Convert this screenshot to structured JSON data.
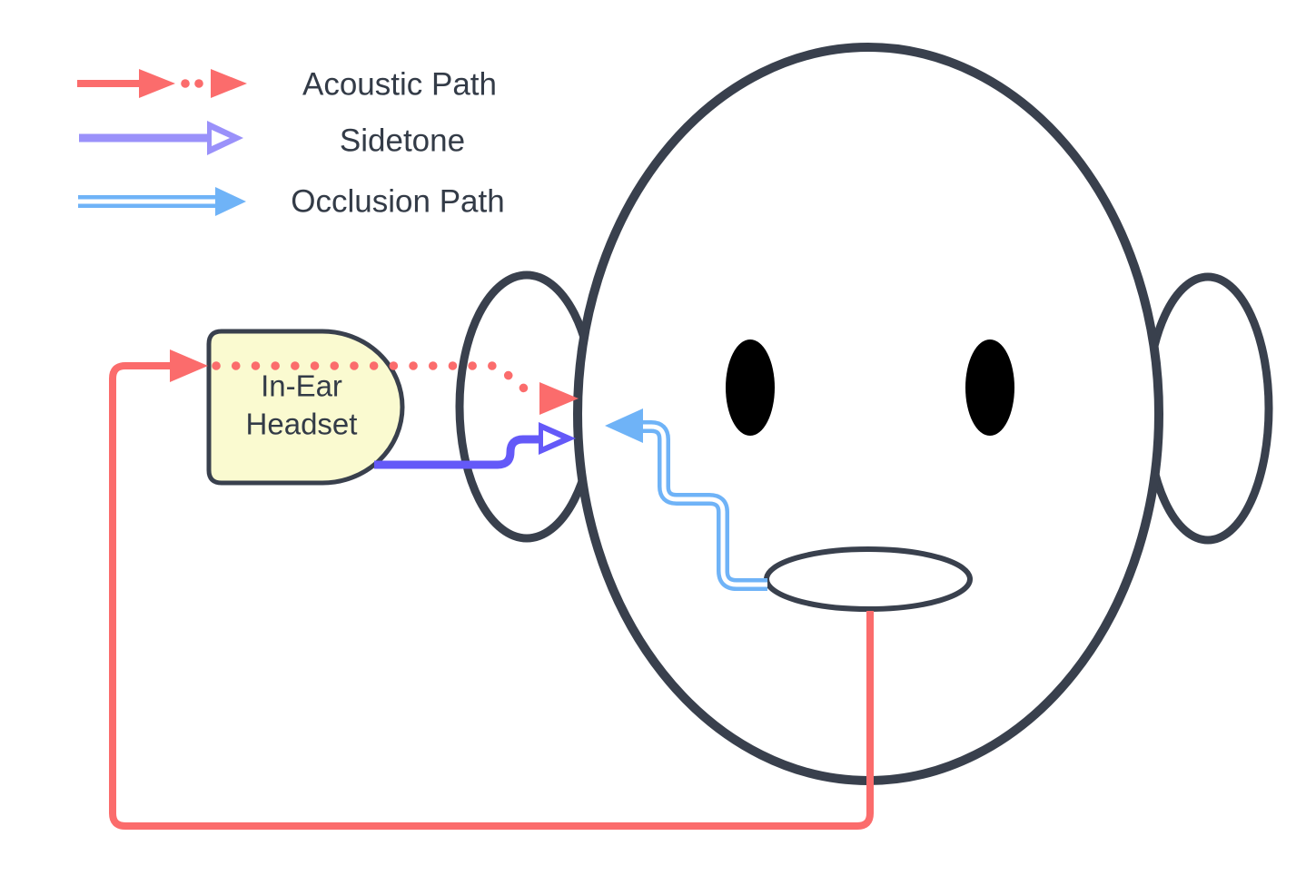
{
  "legend": {
    "items": [
      {
        "label": "Acoustic Path",
        "style": "solid-then-dotted-arrow",
        "icon": "acoustic-arrow"
      },
      {
        "label": "Sidetone",
        "style": "solid-open-arrow",
        "icon": "sidetone-arrow"
      },
      {
        "label": "Occlusion Path",
        "style": "double-line-arrow",
        "icon": "occlusion-arrow"
      }
    ]
  },
  "diagram": {
    "headset_label_line1": "In-Ear",
    "headset_label_line2": "Headset"
  },
  "colors": {
    "acoustic": "#FB6C6C",
    "sidetone_legend": "#9A91FA",
    "sidetone_path": "#6459F8",
    "occlusion": "#6FB3F7",
    "outline": "#39404D",
    "headset_fill": "#FAFAD0",
    "text": "#333B47",
    "background": "#FFFFFF"
  }
}
